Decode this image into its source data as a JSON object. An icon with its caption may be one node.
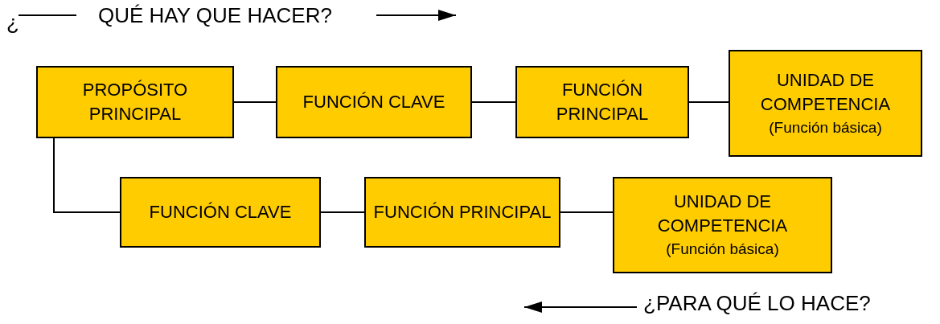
{
  "diagram": {
    "nodes": [
      {
        "text": [
          "PROPÓSITO PRINCIPAL"
        ]
      },
      {
        "text": [
          "FUNCIÓN CLAVE"
        ]
      },
      {
        "text": [
          "FUNCIÓN PRINCIPAL"
        ]
      },
      {
        "text": [
          "UNIDAD DE COMPETENCIA",
          "(Función básica)"
        ]
      },
      {
        "text": [
          "FUNCIÓN CLAVE"
        ]
      },
      {
        "text": [
          "FUNCIÓN PRINCIPAL"
        ]
      },
      {
        "text": [
          "UNIDAD DE COMPETENCIA",
          "(Función básica)"
        ]
      }
    ],
    "edges": [
      {
        "from": 0,
        "to": 1,
        "arrow": "none"
      },
      {
        "from": 1,
        "to": 2,
        "arrow": "none"
      },
      {
        "from": 2,
        "to": 3,
        "arrow": "none"
      },
      {
        "from": 0,
        "to": 4,
        "arrow": "none"
      },
      {
        "from": 4,
        "to": 5,
        "arrow": "none"
      },
      {
        "from": 5,
        "to": 6,
        "arrow": "none"
      }
    ],
    "labels": [
      "¿",
      "QUÉ HAY QUE HACER?",
      "¿PARA QUÉ LO HACE?"
    ]
  }
}
